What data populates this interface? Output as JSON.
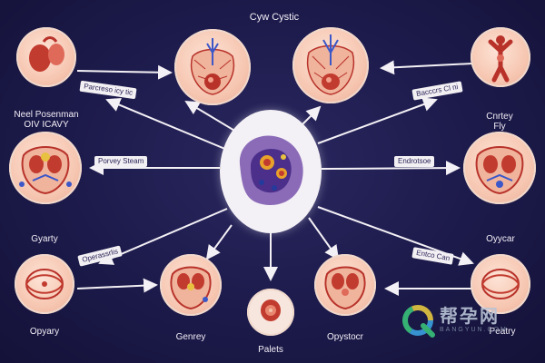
{
  "title": "Cyw Cystic",
  "center": {
    "name": "central-cell"
  },
  "labels": {
    "top_left": "Neel Posenman\nOIV ICAVY",
    "top_right": "Cnrtey\nFly",
    "mid_left_tag": "Porvey Steam",
    "mid_right_tag": "Endrotsoe",
    "lower_left": "Gyarty",
    "lower_right": "Oyycar",
    "bottom_left": "Opyary",
    "bottom_mid_left": "Genrey",
    "bottom_center": "Palets",
    "bottom_mid_right": "Opystocr",
    "bottom_right": "Peatry"
  },
  "tags": {
    "top_left": "Parcreso icy tic",
    "top_right": "Bacccrs Cl ni",
    "lower_left": "Operassrlis",
    "lower_right": "Entco Can"
  },
  "watermark": {
    "main": "帮孕网",
    "sub": "BANGYUN.COM",
    "colors": {
      "q_icon": [
        "#3aa0e0",
        "#3ac27a",
        "#e4c640"
      ]
    }
  },
  "colors": {
    "background": "#1c1a4a",
    "node_fill": "#f6c6b1",
    "organ_red": "#b8322a",
    "vessel_blue": "#3b57c8",
    "arrow": "#f4f1f6"
  }
}
